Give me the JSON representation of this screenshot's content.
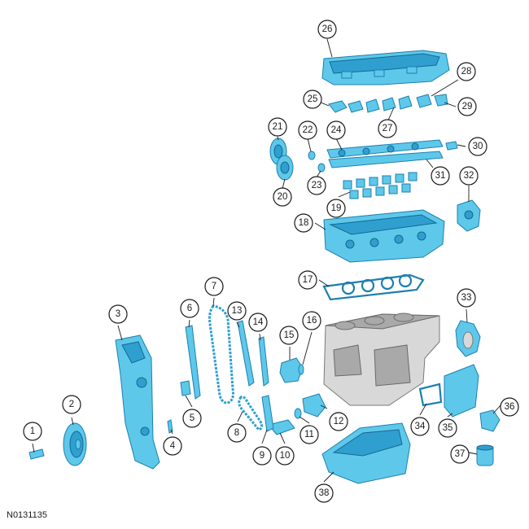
{
  "figure": {
    "reference_code": "N0131135",
    "part_callouts": [
      "1",
      "2",
      "3",
      "4",
      "5",
      "6",
      "7",
      "8",
      "9",
      "10",
      "11",
      "12",
      "13",
      "14",
      "15",
      "16",
      "17",
      "18",
      "19",
      "20",
      "21",
      "22",
      "23",
      "24",
      "25",
      "26",
      "27",
      "28",
      "29",
      "30",
      "31",
      "32",
      "33",
      "34",
      "35",
      "36",
      "37",
      "38"
    ]
  },
  "colors": {
    "part_fill": "#5ec8ea",
    "part_stroke": "#1d7fb0",
    "block_fill": "#d8d8d8",
    "callout_stroke": "#1a1a1a"
  }
}
